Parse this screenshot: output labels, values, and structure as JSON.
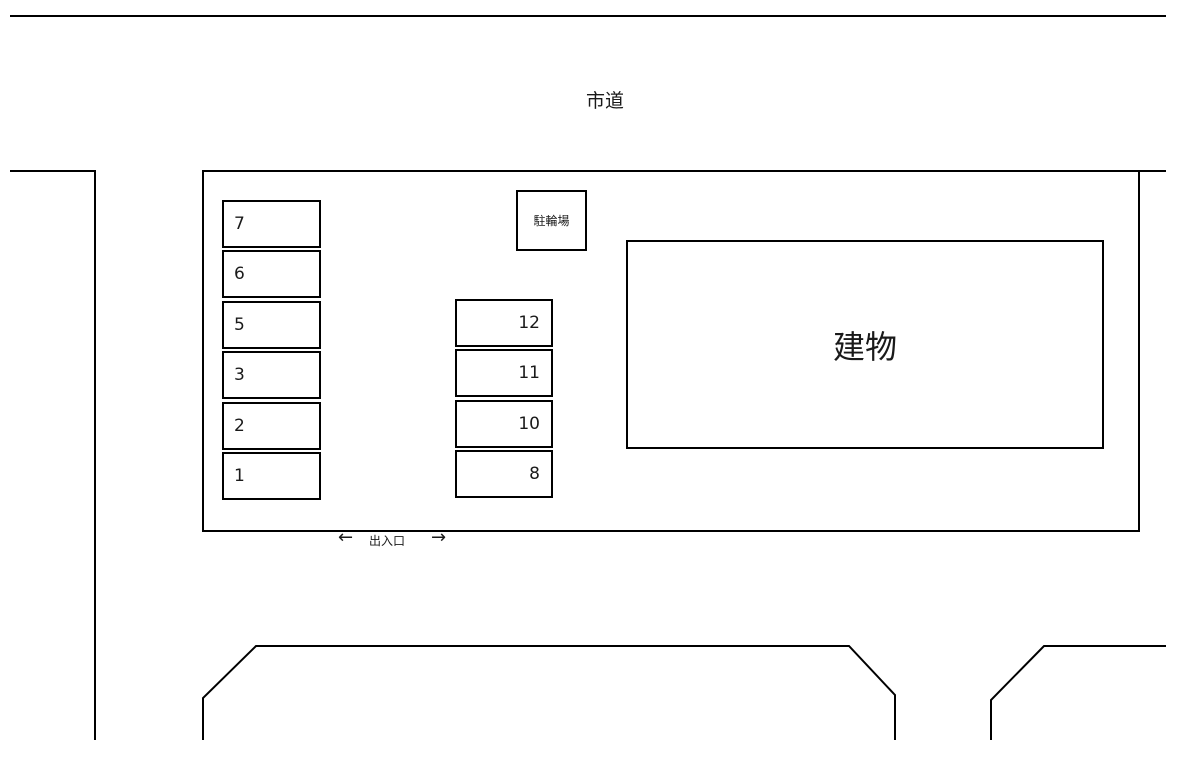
{
  "road": {
    "label": "市道"
  },
  "facilities": {
    "bicycle_parking": "駐輪場",
    "building": "建物",
    "entrance": "出入口"
  },
  "parking": {
    "left_column": [
      "7",
      "6",
      "5",
      "3",
      "2",
      "1"
    ],
    "right_column": [
      "12",
      "11",
      "10",
      "8"
    ]
  },
  "colors": {
    "line": "#000000",
    "background": "#ffffff"
  }
}
